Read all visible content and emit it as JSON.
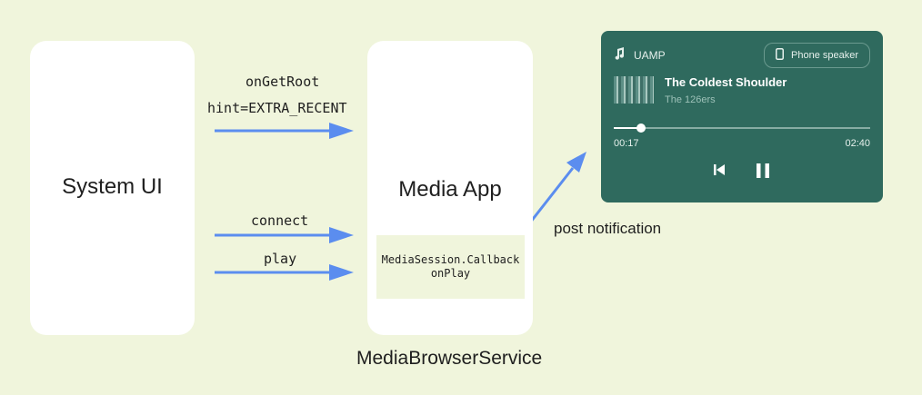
{
  "system_ui": {
    "title": "System UI"
  },
  "media_app": {
    "title": "Media App",
    "callback_line1": "MediaSession.Callback",
    "callback_line2": "onPlay"
  },
  "service_label": "MediaBrowserService",
  "messages": {
    "on_get_root": "onGetRoot",
    "hint": "hint=EXTRA_RECENT",
    "connect": "connect",
    "play": "play",
    "post_notification": "post notification"
  },
  "notification": {
    "app_name": "UAMP",
    "output_button": "Phone speaker",
    "track_title": "The Coldest Shoulder",
    "artist": "The 126ers",
    "elapsed": "00:17",
    "duration": "02:40",
    "progress_fraction": 0.106
  },
  "colors": {
    "background": "#f0f5dc",
    "arrow": "#5b8def",
    "notification_bg": "#2f6a5e"
  },
  "icons": [
    "music-note-icon",
    "phone-icon",
    "skip-previous-icon",
    "pause-icon"
  ]
}
